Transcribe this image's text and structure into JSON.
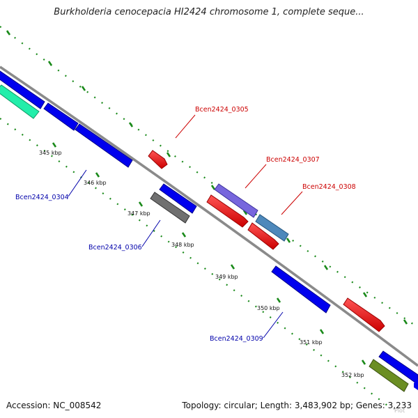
{
  "title": "Burkholderia cenocepacia HI2424 chromosome 1, complete seque...",
  "footer": {
    "accession": "Accession: NC_008542",
    "summary": "Topology: circular; Length: 3,483,902 bp; Genes: 3,233"
  },
  "ticks": [
    "345 kbp",
    "346 kbp",
    "347 kbp",
    "348 kbp",
    "349 kbp",
    "350 kbp",
    "351 kbp",
    "352 kbp"
  ],
  "gene_labels": {
    "top": [
      "Bcen2424_0305",
      "Bcen2424_0307",
      "Bcen2424_0308"
    ],
    "bottom": [
      "Bcen2424_0304",
      "Bcen2424_0306",
      "Bcen2424_0309"
    ]
  },
  "colors": {
    "forward_label": "#cc0000",
    "reverse_label": "#0000aa",
    "backbone": "#888888",
    "dots": "#1a8a1a",
    "red_gene": "#ff0000",
    "blue_gene": "#0000ee",
    "gray_gene": "#707070",
    "purple_gene": "#7766dd",
    "steel_gene": "#4d88bb",
    "teal_gene": "#22eeaa",
    "olive_gene": "#6b8e23"
  },
  "watermark": "Plot"
}
